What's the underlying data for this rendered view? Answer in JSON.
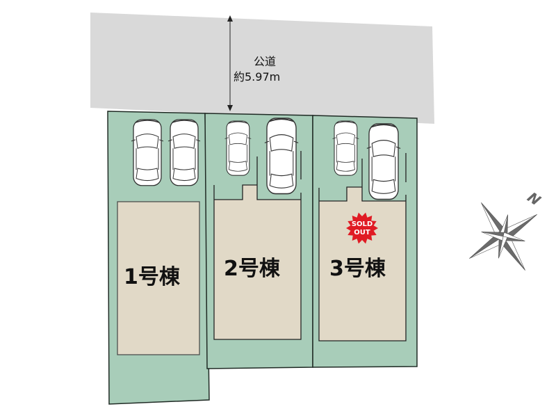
{
  "road": {
    "name": "公道",
    "width": "約5.97m",
    "color": "#d9d9d9"
  },
  "lots": [
    {
      "label": "1号棟",
      "sold_out": false
    },
    {
      "label": "2号棟",
      "sold_out": false
    },
    {
      "label": "3号棟",
      "sold_out": true
    }
  ],
  "sold_out_badge": {
    "line1": "SOLD",
    "line2": "OUT",
    "color": "#e01b24"
  },
  "compass": {
    "north_label": "N"
  },
  "colors": {
    "lot": "#a8cdb9",
    "building": "#e1d9c7",
    "outline": "#1f2a24"
  }
}
